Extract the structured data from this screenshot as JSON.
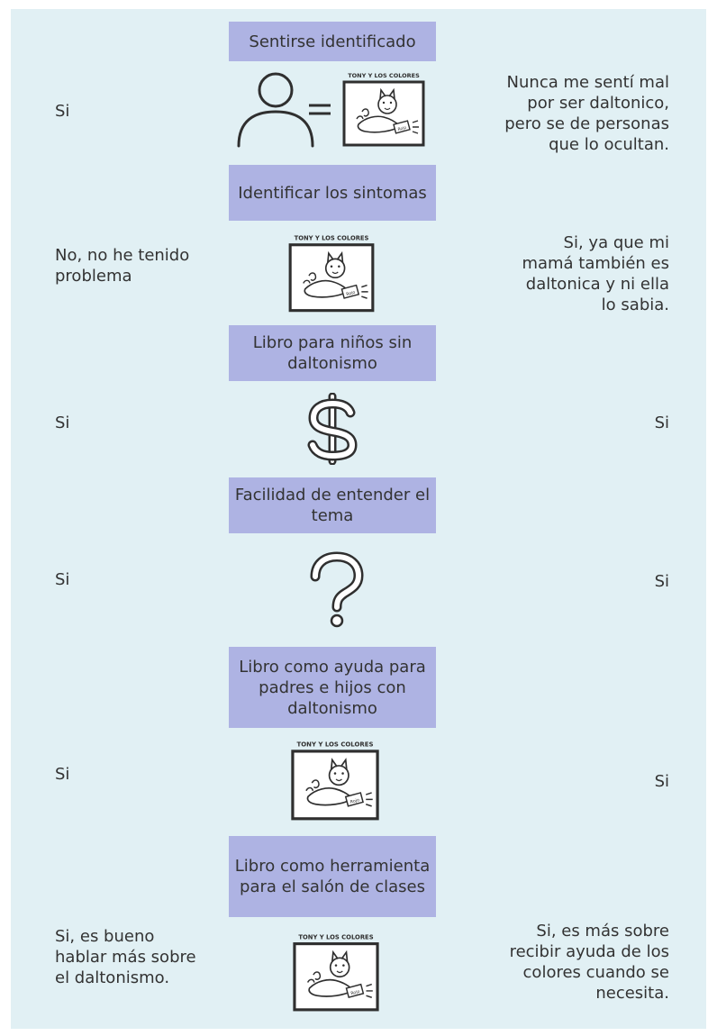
{
  "book_title": "TONY Y LOS COLORES",
  "book_badge": "Rojo",
  "rows": [
    {
      "header": "Sentirse identificado",
      "left": "Si",
      "right": "Nunca me sentí mal\npor ser daltonico,\npero se de personas\nque lo ocultan.",
      "icon": "person-equals-book-icon"
    },
    {
      "header": "Identificar los\nsintomas",
      "left": "No, no he tenido\nproblema",
      "right": "Si, ya que mi\nmamá también es\ndaltonica y ni ella\nlo sabia.",
      "icon": "book-cover-icon"
    },
    {
      "header": "Libro para niños\nsin daltonismo",
      "left": "Si",
      "right": "Si",
      "icon": "dollar-icon"
    },
    {
      "header": "Facilidad de\nentender el tema",
      "left": "Si",
      "right": "Si",
      "icon": "question-mark-icon"
    },
    {
      "header": "Libro como ayuda\npara padres e hijos\ncon daltonismo",
      "left": "Si",
      "right": "Si",
      "icon": "book-cover-icon"
    },
    {
      "header": "Libro como\nherramienta para\nel salón de clases",
      "left": "Si, es bueno\nhablar más sobre\nel daltonismo.",
      "right": "Si, es más sobre\nrecibir ayuda de los\ncolores cuando se\nnecesita.",
      "icon": "book-cover-icon"
    }
  ]
}
